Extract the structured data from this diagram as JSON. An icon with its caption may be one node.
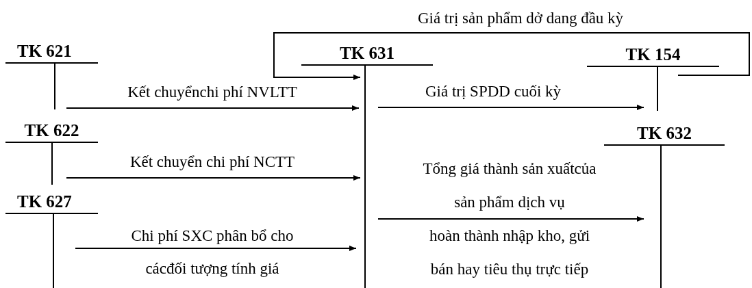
{
  "diagram": {
    "nodes": [
      {
        "text": [
          "TK 621"
        ]
      },
      {
        "text": [
          "TK 631"
        ]
      },
      {
        "text": [
          "TK 154"
        ]
      },
      {
        "text": [
          "TK 622"
        ]
      },
      {
        "text": [
          "TK 632"
        ]
      },
      {
        "text": [
          "TK 627"
        ]
      }
    ],
    "edges": [
      {
        "from": 0,
        "to": 1,
        "arrow": "to",
        "label": "Kết chuyểnchi phí NVLTT"
      },
      {
        "from": 3,
        "to": 1,
        "arrow": "to",
        "label": "Kết chuyển chi phí NCTT"
      },
      {
        "from": 5,
        "to": 1,
        "arrow": "to",
        "label": "Chi phí SXC phân bổ cho cácđối tượng tính giá"
      },
      {
        "from": 1,
        "to": 2,
        "arrow": "to",
        "label": "Giá trị SPDD cuối kỳ"
      },
      {
        "from": 1,
        "to": 4,
        "arrow": "to",
        "label": "Tổng giá thành sản xuấtcủa sản phẩm dịch vụ hoàn thành nhập kho, gửi bán hay tiêu thụ trực tiếp"
      },
      {
        "from": 2,
        "to": 1,
        "arrow": "to",
        "label": "Giá trị sản phẩm dở dang đầu kỳ"
      }
    ]
  }
}
